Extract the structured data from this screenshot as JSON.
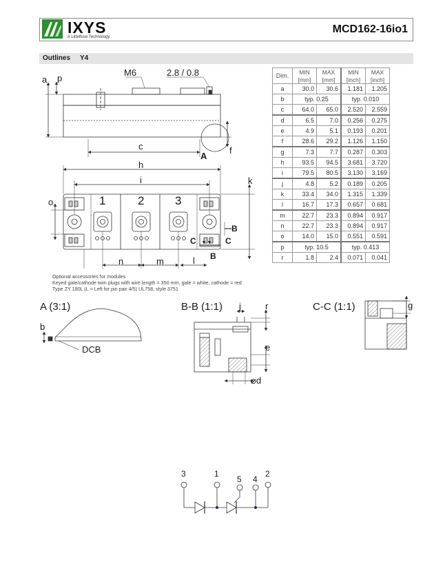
{
  "header": {
    "brand": "IXYS",
    "tagline": "A Littelfuse Technology",
    "part_number": "MCD162-16io1"
  },
  "section": {
    "title": "Outlines",
    "package": "Y4"
  },
  "drawing_labels": {
    "m6": "M6",
    "tab": "2.8 / 0.8",
    "a": "a",
    "p": "p",
    "c": "c",
    "f": "f",
    "A": "A",
    "h": "h",
    "i": "i",
    "k": "k",
    "o": "o",
    "t1": "1",
    "t2": "2",
    "t3": "3",
    "B": "B",
    "C": "C",
    "n": "n",
    "m": "m",
    "l": "l",
    "detail_a": "A (3:1)",
    "b": "b",
    "dcb": "DCB",
    "detail_bb": "B-B (1:1)",
    "j": "j",
    "r": "r",
    "e": "e",
    "d": "⌀d",
    "detail_cc": "C-C (1:1)",
    "g": "g"
  },
  "table": {
    "header_dim": "Dim.",
    "col_min_mm": [
      "MIN",
      "[mm]"
    ],
    "col_max_mm": [
      "MAX",
      "[mm]"
    ],
    "col_min_in": [
      "MIN",
      "[inch]"
    ],
    "col_max_in": [
      "MAX",
      "[inch]"
    ],
    "rows": [
      {
        "dim": "a",
        "min_mm": "30.0",
        "max_mm": "30.6",
        "min_in": "1.181",
        "max_in": "1.205"
      },
      {
        "dim": "b",
        "typ_mm": "typ. 0.25",
        "typ_in": "typ. 0.010"
      },
      {
        "dim": "c",
        "min_mm": "64.0",
        "max_mm": "65.0",
        "min_in": "2.520",
        "max_in": "2.559"
      },
      {
        "dim": "d",
        "min_mm": "6.5",
        "max_mm": "7.0",
        "min_in": "0.256",
        "max_in": "0.275"
      },
      {
        "dim": "e",
        "min_mm": "4.9",
        "max_mm": "5.1",
        "min_in": "0.193",
        "max_in": "0.201"
      },
      {
        "dim": "f",
        "min_mm": "28.6",
        "max_mm": "29.2",
        "min_in": "1.126",
        "max_in": "1.150"
      },
      {
        "dim": "g",
        "min_mm": "7.3",
        "max_mm": "7.7",
        "min_in": "0.287",
        "max_in": "0.303"
      },
      {
        "dim": "h",
        "min_mm": "93.5",
        "max_mm": "94.5",
        "min_in": "3.681",
        "max_in": "3.720"
      },
      {
        "dim": "i",
        "min_mm": "79.5",
        "max_mm": "80.5",
        "min_in": "3.130",
        "max_in": "3.169"
      },
      {
        "dim": "j",
        "min_mm": "4.8",
        "max_mm": "5.2",
        "min_in": "0.189",
        "max_in": "0.205"
      },
      {
        "dim": "k",
        "min_mm": "33.4",
        "max_mm": "34.0",
        "min_in": "1.315",
        "max_in": "1.339"
      },
      {
        "dim": "l",
        "min_mm": "16.7",
        "max_mm": "17.3",
        "min_in": "0.657",
        "max_in": "0.681"
      },
      {
        "dim": "m",
        "min_mm": "22.7",
        "max_mm": "23.3",
        "min_in": "0.894",
        "max_in": "0.917"
      },
      {
        "dim": "n",
        "min_mm": "22.7",
        "max_mm": "23.3",
        "min_in": "0.894",
        "max_in": "0.917"
      },
      {
        "dim": "o",
        "min_mm": "14.0",
        "max_mm": "15.0",
        "min_in": "0.551",
        "max_in": "0.591"
      },
      {
        "dim": "p",
        "typ_mm": "typ. 10.5",
        "typ_in": "typ. 0.413"
      },
      {
        "dim": "r",
        "min_mm": "1.8",
        "max_mm": "2.4",
        "min_in": "0.071",
        "max_in": "0.041"
      }
    ]
  },
  "accessories": {
    "line1": "Optional accessories for modules",
    "line2": "Keyed gate/cathode twin plugs with wire length = 350 mm, gate = white, cathode = red",
    "line3": "Type ZY 180L  (L = Left for pin pair 4/5) UL758, style 3751"
  },
  "circuit": {
    "pin3": "3",
    "pin1": "1",
    "pin5": "5",
    "pin4": "4",
    "pin2": "2"
  },
  "colors": {
    "logo_green": "#2d8f2d",
    "line": "#333333",
    "hatch": "#666666",
    "node": "#1a237e"
  }
}
